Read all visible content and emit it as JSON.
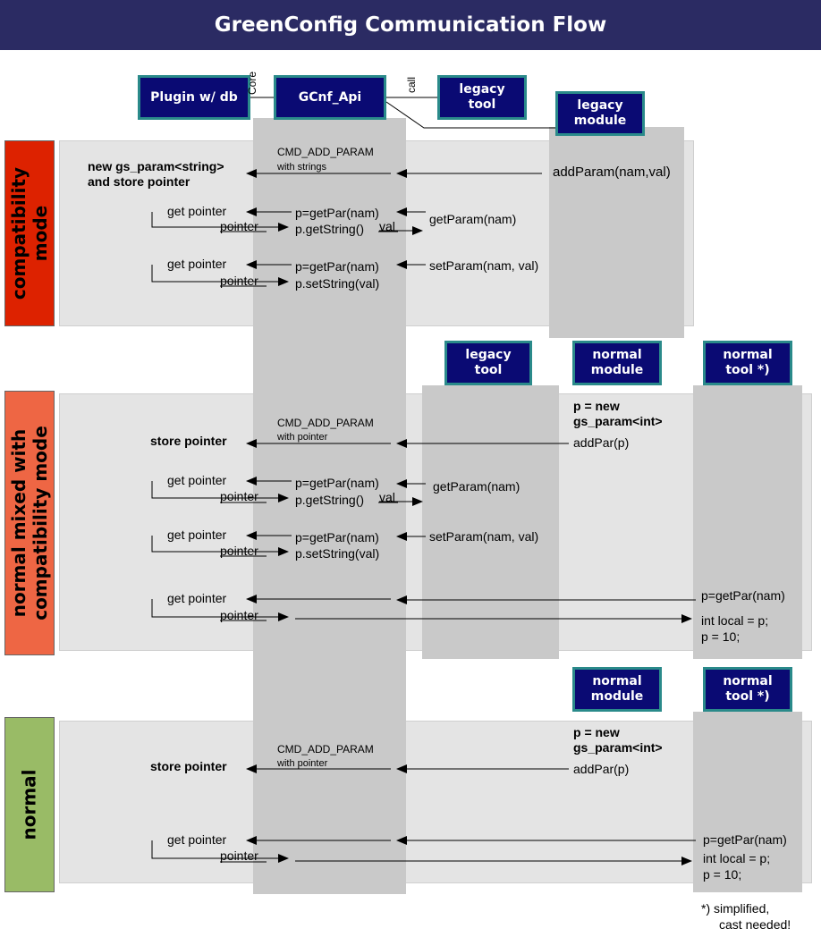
{
  "title": "GreenConfig Communication Flow",
  "boxes": {
    "plugin": "Plugin w/ db",
    "gcnf_api": "GCnf_Api",
    "legacy_tool_top": "legacy\ntool",
    "legacy_module_top": "legacy\nmodule",
    "legacy_tool_mid": "legacy\ntool",
    "normal_module_mid": "normal\nmodule",
    "normal_tool_mid": "normal\ntool *)",
    "normal_module_bot": "normal\nmodule",
    "normal_tool_bot": "normal\ntool *)"
  },
  "connectors": {
    "core": "Core",
    "call": "call"
  },
  "modes": {
    "compat": "compatibility\nmode",
    "mixed": "normal mixed with\ncompatibility mode",
    "normal": "normal"
  },
  "labels": {
    "cmd_add_param": "CMD_ADD_PARAM",
    "with_strings": "with strings",
    "with_pointer": "with pointer",
    "new_gs_param_string": "new gs_param<string>",
    "and_store_pointer": "and store pointer",
    "store_pointer": "store pointer",
    "get_pointer": "get pointer",
    "pointer": "pointer",
    "p_getpar": "p=getPar(nam)",
    "p_getstring": "p.getString()",
    "p_setstring": "p.setString(val)",
    "val": "val",
    "addparam": "addParam(nam,val)",
    "getparam": "getParam(nam)",
    "setparam": "setParam(nam, val)",
    "p_new": "p = new",
    "gs_param_int": "gs_param<int>",
    "addpar": "addPar(p)",
    "int_local": "int local = p;",
    "p_10": "p = 10;",
    "footnote_1": "*)  simplified,",
    "footnote_2": "cast needed!"
  },
  "colors": {
    "title_bg": "#2b2b63",
    "box_bg": "#0a0a73",
    "box_border": "#2a8a8a",
    "compat": "#dd2200",
    "mixed": "#ee6644",
    "normal": "#99bb66",
    "panel": "#e4e4e4",
    "column": "#c9c9c9"
  }
}
